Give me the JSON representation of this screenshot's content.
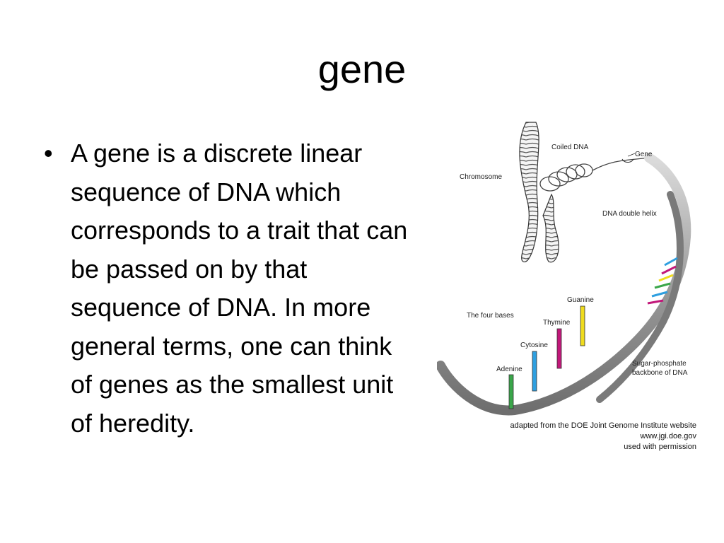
{
  "slide": {
    "title": "gene",
    "bullets": [
      "A gene is a discrete linear sequence of DNA which corresponds to a trait that can be passed on by that sequence of DNA. In more general terms, one can think of genes as the smallest unit of heredity."
    ]
  },
  "figure": {
    "labels": {
      "chromosome": "Chromosome",
      "coiled_dna": "Coiled DNA",
      "gene": "Gene",
      "dna_double_helix": "DNA double helix",
      "four_bases": "The four bases",
      "guanine": "Guanine",
      "thymine": "Thymine",
      "cytosine": "Cytosine",
      "adenine": "Adenine",
      "backbone_line1": "Sugar-phosphate",
      "backbone_line2": "backbone of DNA"
    },
    "credit": {
      "line1": "adapted from the DOE Joint Genome Institute website",
      "line2": "www.jgi.doe.gov",
      "line3": "used with permission"
    },
    "base_colors": {
      "adenine": "#3aa64a",
      "cytosine": "#2e9fe0",
      "thymine": "#c2187a",
      "guanine": "#f0dc1e"
    }
  }
}
